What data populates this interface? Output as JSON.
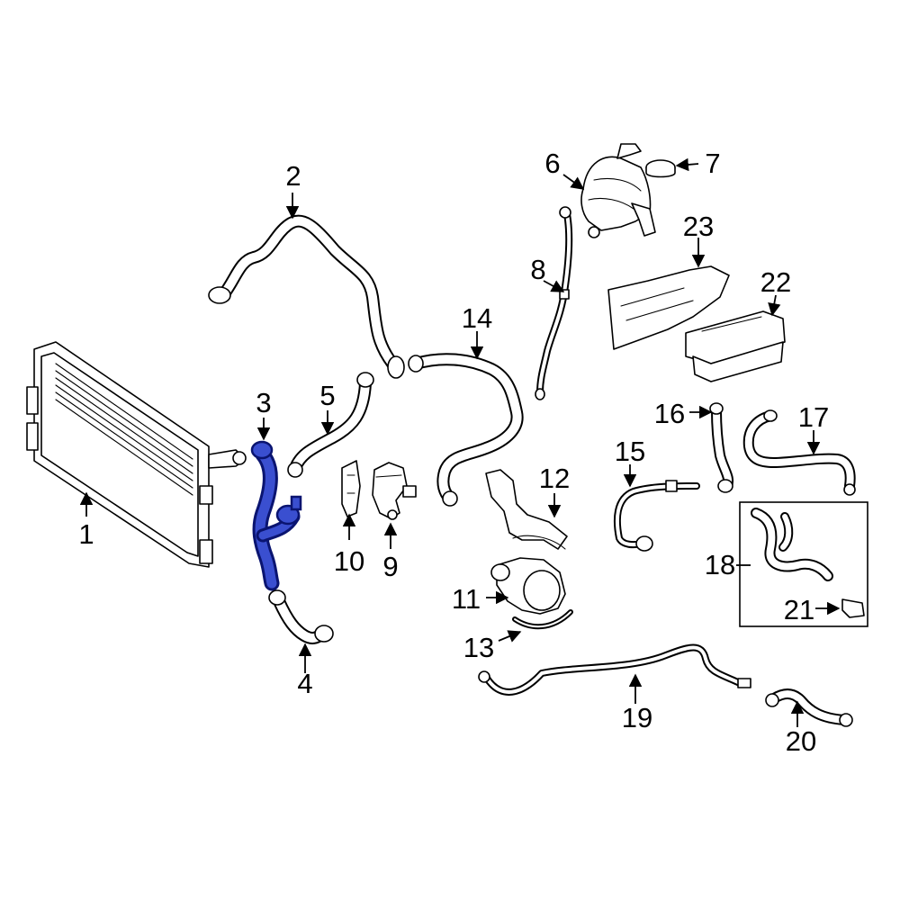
{
  "colors": {
    "line": "#000000",
    "background": "#ffffff",
    "highlight": "#1f2fa0",
    "highlight_light": "#3a4fd0"
  },
  "highlighted_part": "3",
  "callouts": [
    "1",
    "2",
    "3",
    "4",
    "5",
    "6",
    "7",
    "8",
    "9",
    "10",
    "11",
    "12",
    "13",
    "14",
    "15",
    "16",
    "17",
    "18",
    "19",
    "20",
    "21",
    "22",
    "23"
  ]
}
